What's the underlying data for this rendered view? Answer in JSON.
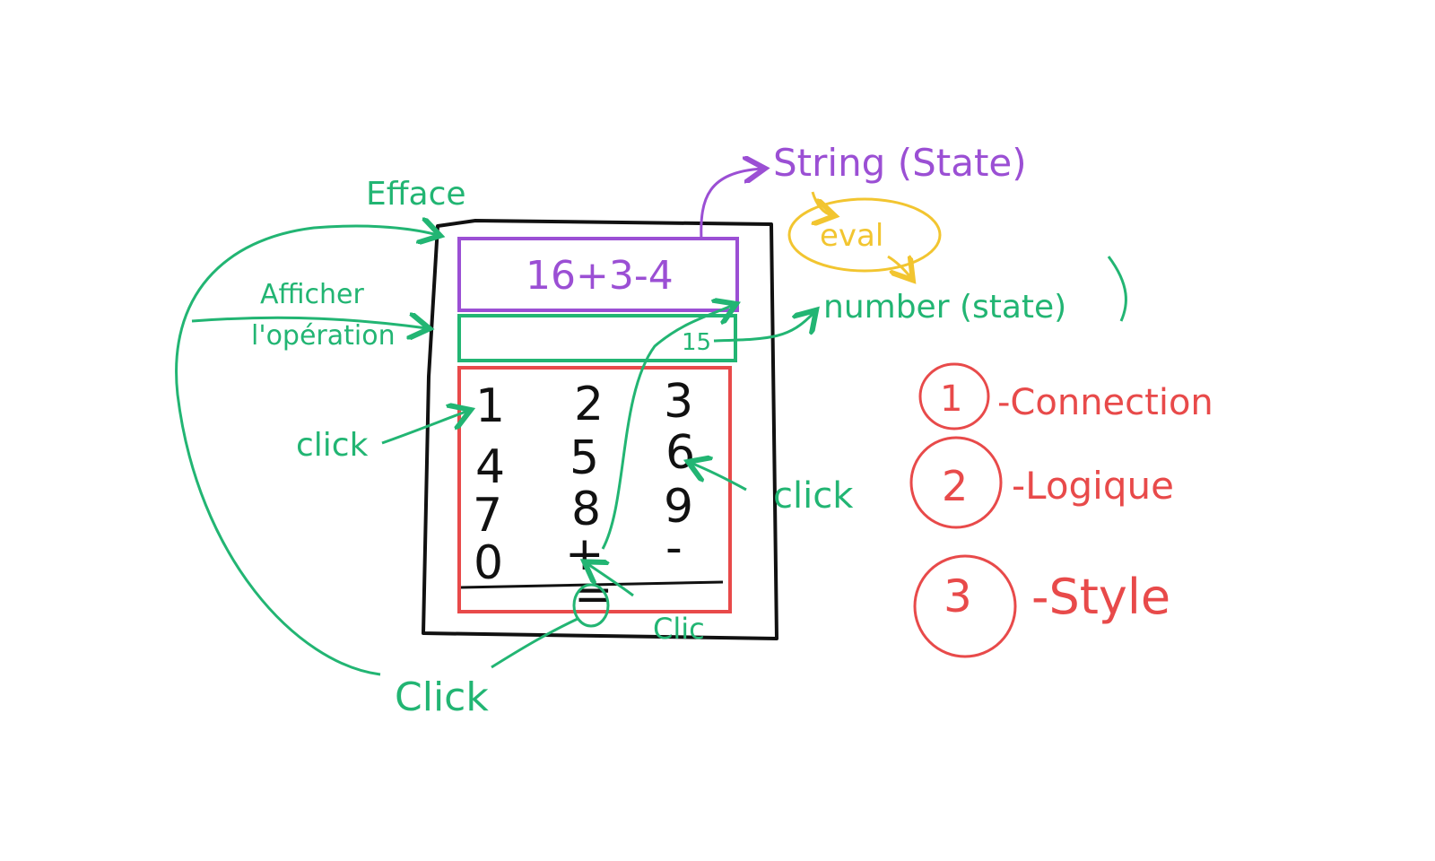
{
  "colors": {
    "green": "#22b573",
    "purple": "#9b4fd4",
    "red": "#e84a4a",
    "yellow": "#f2c530",
    "black": "#111111"
  },
  "calculator": {
    "display_expression": "16+3-4",
    "result_value": "15",
    "keys": [
      "1",
      "2",
      "3",
      "4",
      "5",
      "6",
      "7",
      "8",
      "9",
      "0",
      "+",
      "-"
    ],
    "equals_key": "="
  },
  "annotations": {
    "efface": "Efface",
    "afficher_line1": "Afficher",
    "afficher_line2": "l'opération",
    "click_left": "click",
    "click_right": "click",
    "click_bottom": "Click",
    "clic_plus": "Clic",
    "string_state": "String (State)",
    "eval": "eval",
    "number_state": "number (state)"
  },
  "legend": {
    "items": [
      {
        "number": "1",
        "label": "-Connection"
      },
      {
        "number": "2",
        "label": "-Logique"
      },
      {
        "number": "3",
        "label": "-Style"
      }
    ]
  }
}
